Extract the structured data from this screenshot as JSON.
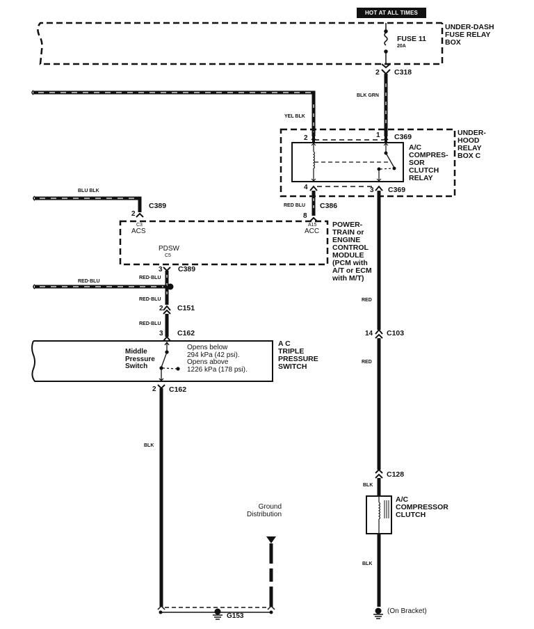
{
  "diagram": {
    "power_label": "HOT AT ALL TIMES",
    "fuse_box": {
      "name": "UNDER-DASH\nFUSE RELAY\nBOX",
      "fuse": "FUSE 11",
      "rating": "20A"
    },
    "connectors": {
      "c318": {
        "pin": "2",
        "name": "C318"
      },
      "c369_top": {
        "pin_left": "2",
        "pin_right": "1",
        "name": "C369"
      },
      "c369_bottom": {
        "pin_left": "4",
        "pin_right": "3",
        "name": "C369"
      },
      "c386": {
        "pin": "8",
        "name": "C386"
      },
      "c389_top": {
        "pin": "2",
        "name": "C389"
      },
      "c389_bottom": {
        "pin": "3",
        "name": "C389"
      },
      "c151": {
        "pin": "2",
        "name": "C151"
      },
      "c162_top": {
        "pin": "3",
        "name": "C162"
      },
      "c162_bottom": {
        "pin": "2",
        "name": "C162"
      },
      "c103": {
        "pin": "14",
        "name": "C103"
      },
      "c128": {
        "name": "C128"
      }
    },
    "wires": {
      "blk_grn": "BLK GRN",
      "yel_blk": "YEL BLK",
      "blu_blk": "BLU BLK",
      "red_blu_c386": "RED BLU",
      "red_blu_branch": "RED·BLU",
      "red_blu_1": "RED·BLU",
      "red_blu_2": "RED·BLU",
      "red_blu_3": "RED·BLU",
      "red_1": "RED",
      "red_2": "RED",
      "blk_switch": "BLK",
      "blk_clutch_top": "BLK",
      "blk_clutch_bottom": "BLK"
    },
    "relay_box": {
      "name": "UNDER-\nHOOD\nRELAY\nBOX C",
      "relay": "A/C\nCOMPRES-\nSOR\nCLUTCH\nRELAY"
    },
    "pcm": {
      "name": "POWER-\nTRAIN or\nENGINE\nCONTROL\nMODULE\n(PCM with\nA/T or ECM\nwith M/T)",
      "acs_pin": "C3",
      "acs_label": "ACS",
      "acc_pin": "A15",
      "acc_label": "ACC",
      "pdsw_label": "PDSW",
      "pdsw_pin": "C5"
    },
    "pressure_switch": {
      "name": "A C\nTRIPLE\nPRESSURE\nSWITCH",
      "switch_label": "Middle\nPressure\nSwitch",
      "note": "Opens below\n294 kPa (42 psi).\nOpens above\n1226 kPa (178 psi)."
    },
    "clutch": {
      "name": "A/C\nCOMPRESSOR\nCLUTCH"
    },
    "grounds": {
      "distribution": "Ground\nDistribution",
      "g153": "G153",
      "bracket": "(On Bracket)"
    }
  }
}
